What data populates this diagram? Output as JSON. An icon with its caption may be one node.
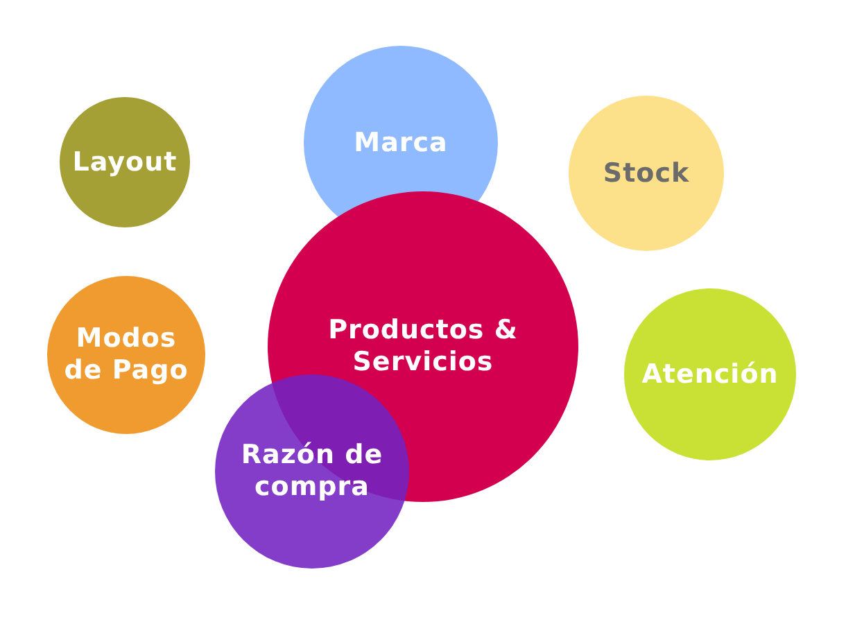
{
  "diagram": {
    "nodes": [
      {
        "text": [
          "Layout"
        ]
      },
      {
        "text": [
          "Marca"
        ]
      },
      {
        "text": [
          "Stock"
        ]
      },
      {
        "text": [
          "Productos & Servicios"
        ]
      },
      {
        "text": [
          "Modos de Pago"
        ]
      },
      {
        "text": [
          "Atención"
        ]
      },
      {
        "text": [
          "Razón de compra"
        ]
      }
    ]
  }
}
